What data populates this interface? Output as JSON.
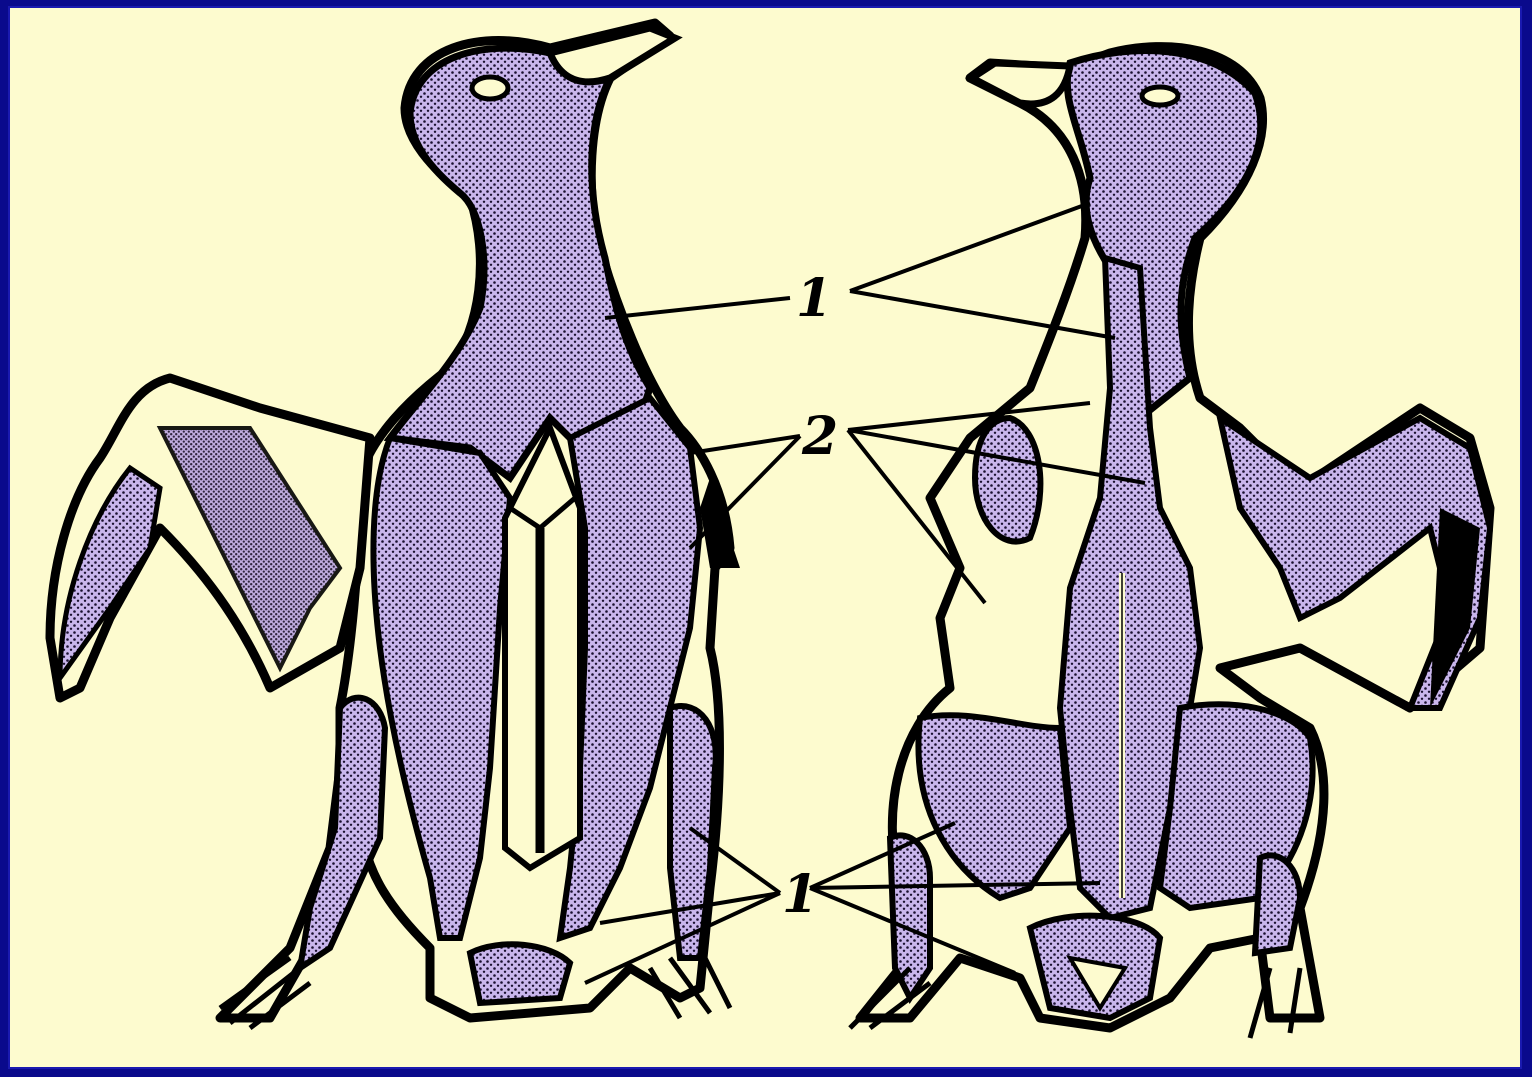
{
  "colors": {
    "background": "#fdfbcf",
    "frame": "#0a0a8c",
    "feathered_tract": "#c9b6ec",
    "stipple": "#1a1030",
    "outline": "#000000"
  },
  "labels": {
    "top_1": "1",
    "middle_2": "2",
    "bottom_1": "1"
  }
}
